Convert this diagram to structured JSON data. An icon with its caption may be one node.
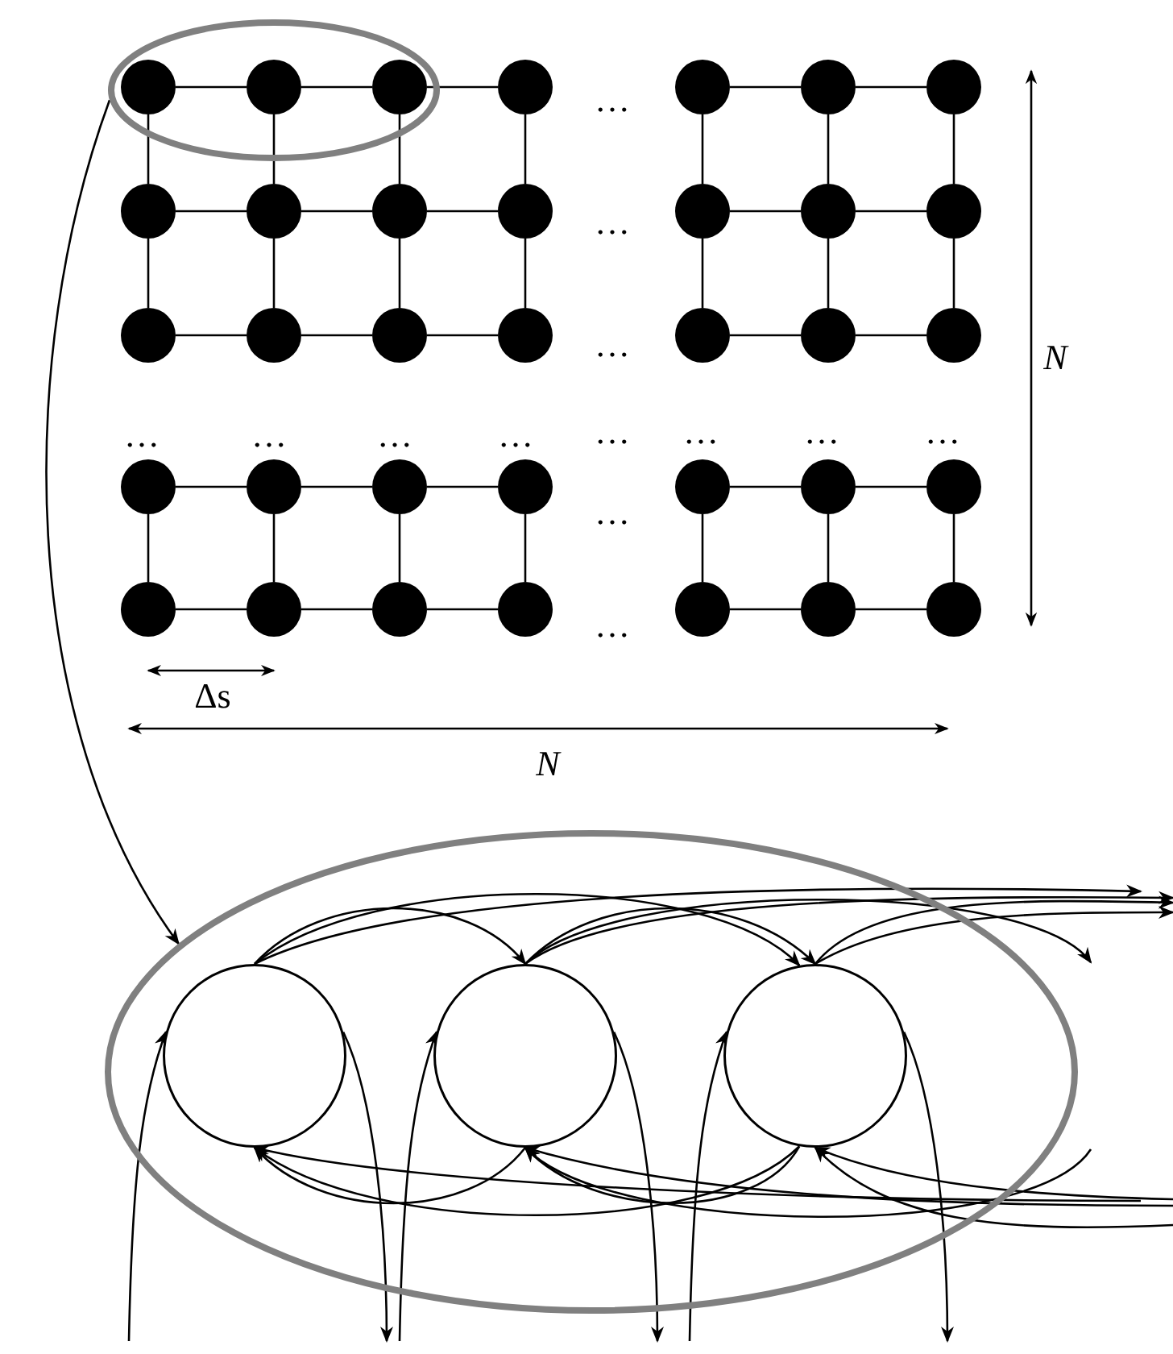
{
  "diagram": {
    "nodes": [
      {
        "text": [],
        "shape": "ellipse"
      },
      {
        "text": [],
        "shape": "circle",
        "in": 0
      },
      {
        "text": [],
        "shape": "circle",
        "in": 0
      },
      {
        "text": [],
        "shape": "circle",
        "in": 0
      },
      {
        "text": [],
        "shape": "circle"
      },
      {
        "text": [],
        "shape": "circle"
      },
      {
        "text": [],
        "shape": "circle"
      },
      {
        "text": [],
        "shape": "circle"
      },
      {
        "text": [],
        "shape": "circle"
      },
      {
        "text": [],
        "shape": "circle"
      },
      {
        "text": [],
        "shape": "circle"
      },
      {
        "text": [],
        "shape": "circle"
      },
      {
        "text": [],
        "shape": "circle"
      },
      {
        "text": [],
        "shape": "circle"
      },
      {
        "text": [],
        "shape": "circle"
      },
      {
        "text": [],
        "shape": "circle"
      },
      {
        "text": [],
        "shape": "circle"
      },
      {
        "text": [],
        "shape": "circle"
      },
      {
        "text": [],
        "shape": "circle"
      },
      {
        "text": [],
        "shape": "circle"
      },
      {
        "text": [],
        "shape": "circle"
      },
      {
        "text": [],
        "shape": "circle"
      },
      {
        "text": [],
        "shape": "circle"
      },
      {
        "text": [],
        "shape": "circle"
      },
      {
        "text": [],
        "shape": "circle"
      },
      {
        "text": [],
        "shape": "circle"
      },
      {
        "text": [],
        "shape": "circle"
      },
      {
        "text": [],
        "shape": "circle"
      },
      {
        "text": [],
        "shape": "circle"
      },
      {
        "text": [],
        "shape": "circle"
      },
      {
        "text": [],
        "shape": "circle"
      },
      {
        "text": [],
        "shape": "circle"
      },
      {
        "text": [],
        "shape": "circle"
      },
      {
        "text": [],
        "shape": "circle"
      },
      {
        "text": [],
        "shape": "circle"
      },
      {
        "text": [],
        "shape": "circle"
      },
      {
        "text": [],
        "shape": "ellipse"
      },
      {
        "text": [],
        "shape": "circle",
        "in": 36
      },
      {
        "text": [],
        "shape": "circle",
        "in": 36
      },
      {
        "text": [],
        "shape": "circle",
        "in": 36
      }
    ],
    "edges": [
      {
        "from": 1,
        "to": 2,
        "arrow": "none"
      },
      {
        "from": 2,
        "to": 3,
        "arrow": "none"
      },
      {
        "from": 3,
        "to": 4,
        "arrow": "none"
      },
      {
        "from": 5,
        "to": 6,
        "arrow": "none"
      },
      {
        "from": 6,
        "to": 7,
        "arrow": "none"
      },
      {
        "from": 1,
        "to": 8,
        "arrow": "none"
      },
      {
        "from": 2,
        "to": 9,
        "arrow": "none"
      },
      {
        "from": 3,
        "to": 10,
        "arrow": "none"
      },
      {
        "from": 4,
        "to": 11,
        "arrow": "none"
      },
      {
        "from": 5,
        "to": 12,
        "arrow": "none"
      },
      {
        "from": 6,
        "to": 13,
        "arrow": "none"
      },
      {
        "from": 7,
        "to": 14,
        "arrow": "none"
      },
      {
        "from": 8,
        "to": 9,
        "arrow": "none"
      },
      {
        "from": 9,
        "to": 10,
        "arrow": "none"
      },
      {
        "from": 10,
        "to": 11,
        "arrow": "none"
      },
      {
        "from": 12,
        "to": 13,
        "arrow": "none"
      },
      {
        "from": 13,
        "to": 14,
        "arrow": "none"
      },
      {
        "from": 8,
        "to": 15,
        "arrow": "none"
      },
      {
        "from": 9,
        "to": 16,
        "arrow": "none"
      },
      {
        "from": 10,
        "to": 17,
        "arrow": "none"
      },
      {
        "from": 11,
        "to": 18,
        "arrow": "none"
      },
      {
        "from": 12,
        "to": 19,
        "arrow": "none"
      },
      {
        "from": 13,
        "to": 20,
        "arrow": "none"
      },
      {
        "from": 14,
        "to": 21,
        "arrow": "none"
      },
      {
        "from": 15,
        "to": 16,
        "arrow": "none"
      },
      {
        "from": 16,
        "to": 17,
        "arrow": "none"
      },
      {
        "from": 17,
        "to": 18,
        "arrow": "none"
      },
      {
        "from": 19,
        "to": 20,
        "arrow": "none"
      },
      {
        "from": 20,
        "to": 21,
        "arrow": "none"
      },
      {
        "from": 22,
        "to": 23,
        "arrow": "none"
      },
      {
        "from": 23,
        "to": 24,
        "arrow": "none"
      },
      {
        "from": 24,
        "to": 25,
        "arrow": "none"
      },
      {
        "from": 26,
        "to": 27,
        "arrow": "none"
      },
      {
        "from": 27,
        "to": 28,
        "arrow": "none"
      },
      {
        "from": 22,
        "to": 29,
        "arrow": "none"
      },
      {
        "from": 23,
        "to": 30,
        "arrow": "none"
      },
      {
        "from": 24,
        "to": 31,
        "arrow": "none"
      },
      {
        "from": 25,
        "to": 32,
        "arrow": "none"
      },
      {
        "from": 26,
        "to": 33,
        "arrow": "none"
      },
      {
        "from": 27,
        "to": 34,
        "arrow": "none"
      },
      {
        "from": 28,
        "to": 35,
        "arrow": "none"
      },
      {
        "from": 29,
        "to": 30,
        "arrow": "none"
      },
      {
        "from": 30,
        "to": 31,
        "arrow": "none"
      },
      {
        "from": 31,
        "to": 32,
        "arrow": "none"
      },
      {
        "from": 33,
        "to": 34,
        "arrow": "none"
      },
      {
        "from": 34,
        "to": 35,
        "arrow": "none"
      },
      {
        "from": 0,
        "to": 36,
        "arrow": "to"
      },
      {
        "from": 37,
        "to": 38,
        "arrow": "to"
      },
      {
        "from": 37,
        "to": 39,
        "arrow": "to"
      },
      {
        "from": 37,
        "to": null,
        "arrow": "to"
      },
      {
        "from": 38,
        "to": 39,
        "arrow": "to"
      },
      {
        "from": 38,
        "to": null,
        "arrow": "to"
      },
      {
        "from": 38,
        "to": null,
        "arrow": "to"
      },
      {
        "from": 39,
        "to": null,
        "arrow": "to"
      },
      {
        "from": 39,
        "to": null,
        "arrow": "to"
      },
      {
        "from": 38,
        "to": 37,
        "arrow": "to"
      },
      {
        "from": 39,
        "to": 37,
        "arrow": "to"
      },
      {
        "from": null,
        "to": 37,
        "arrow": "to"
      },
      {
        "from": 39,
        "to": 38,
        "arrow": "to"
      },
      {
        "from": null,
        "to": 38,
        "arrow": "to"
      },
      {
        "from": null,
        "to": 38,
        "arrow": "to"
      },
      {
        "from": null,
        "to": 39,
        "arrow": "to"
      },
      {
        "from": null,
        "to": 39,
        "arrow": "to"
      },
      {
        "from": null,
        "to": 37,
        "arrow": "to"
      },
      {
        "from": 37,
        "to": null,
        "arrow": "to"
      },
      {
        "from": null,
        "to": 38,
        "arrow": "to"
      },
      {
        "from": 38,
        "to": null,
        "arrow": "to"
      },
      {
        "from": null,
        "to": 39,
        "arrow": "to"
      },
      {
        "from": 39,
        "to": null,
        "arrow": "to"
      }
    ],
    "labels": [
      "…",
      "…",
      "…",
      "N",
      "…",
      "…",
      "…",
      "…",
      "…",
      "…",
      "…",
      "…",
      "…",
      "…",
      "Δs",
      "N"
    ]
  }
}
